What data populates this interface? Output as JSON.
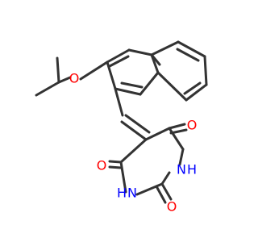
{
  "atoms": {
    "O_ether": "O",
    "O_top": "O",
    "O_left": "O",
    "O_bottom": "O",
    "N_right": "H",
    "N_right_sym": "N",
    "N_bottom": "H",
    "N_bottom_sym": "N"
  },
  "colors": {
    "bond": "#333333",
    "oxygen": "#ff0000",
    "nitrogen": "#0000ff"
  }
}
